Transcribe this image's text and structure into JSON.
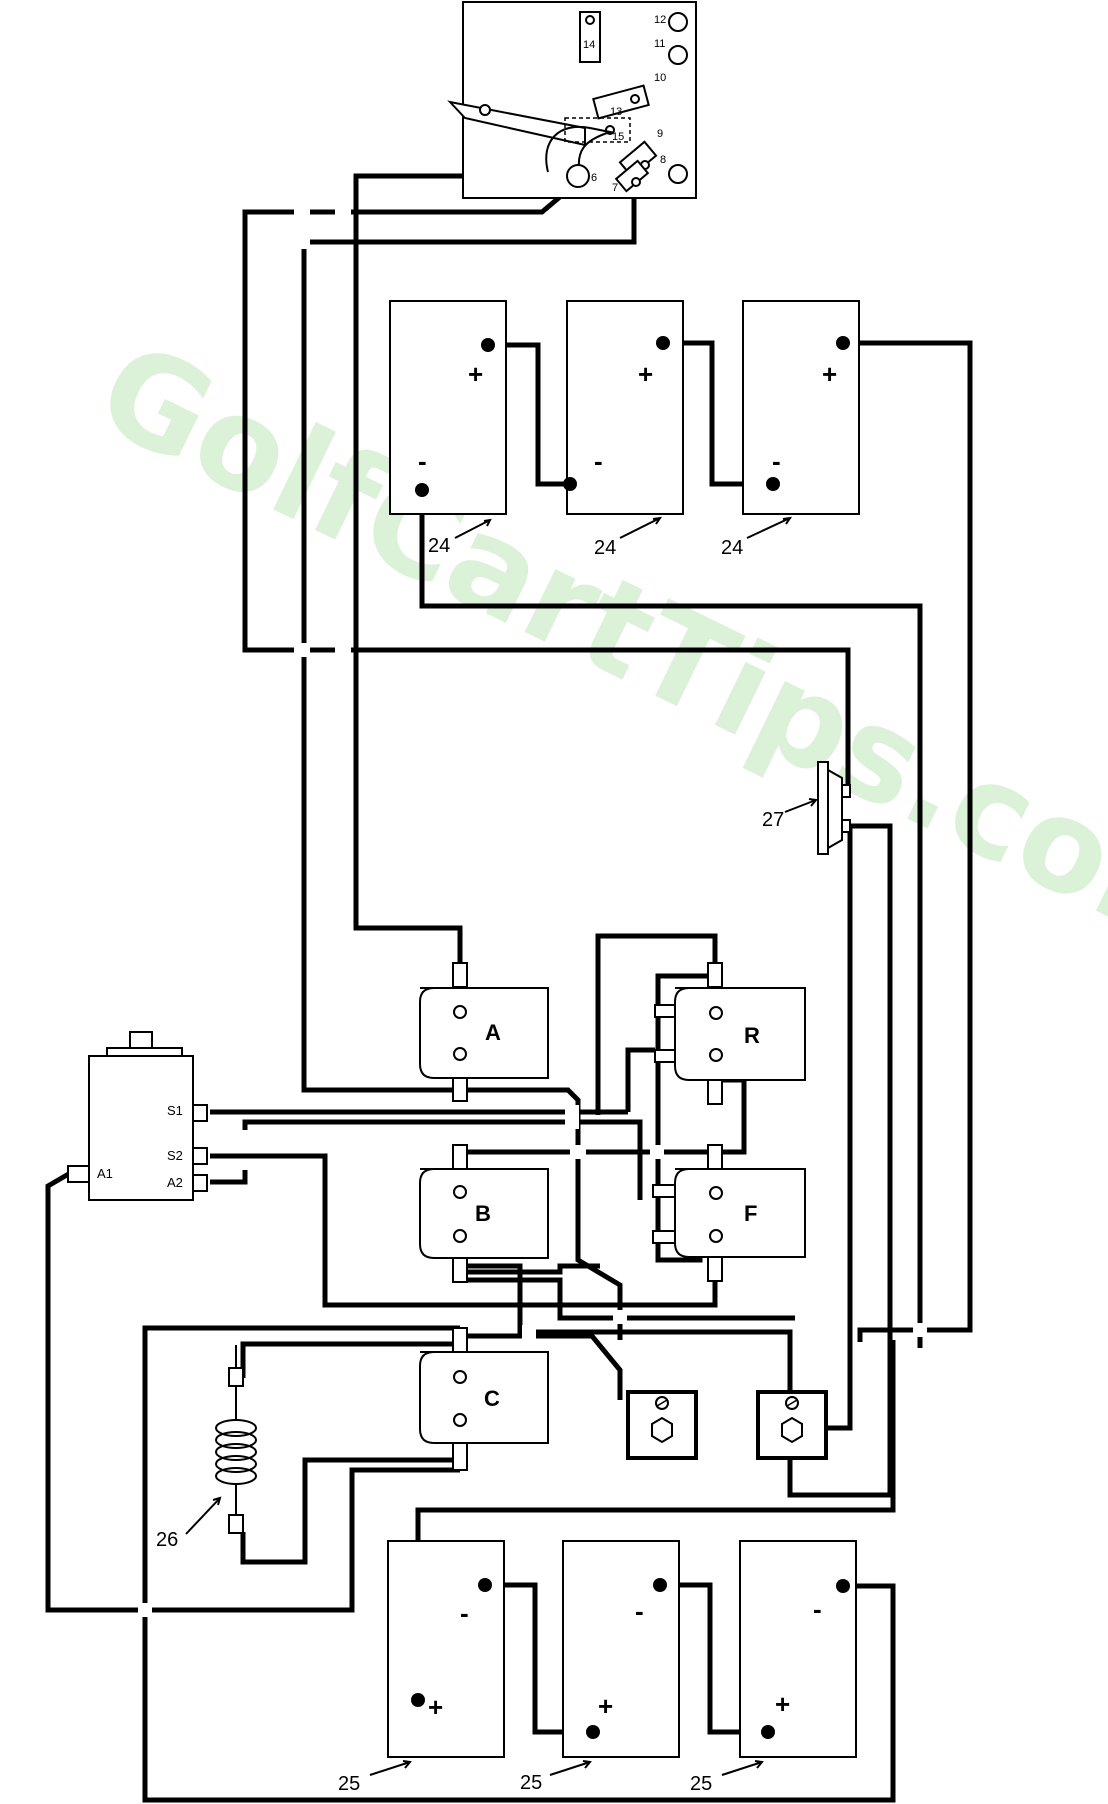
{
  "watermark": "GolfCartTips.com",
  "switch_terminals": [
    "12",
    "14",
    "11",
    "10",
    "13",
    "15",
    "9",
    "8",
    "6",
    "7"
  ],
  "top_batteries": {
    "pos": "+",
    "neg": "-",
    "label": "24"
  },
  "bottom_batteries": {
    "pos": "+",
    "neg": "-",
    "label": "25"
  },
  "solenoids": [
    "A",
    "R",
    "B",
    "F",
    "C"
  ],
  "motor_terminals": {
    "s1": "S1",
    "s2": "S2",
    "a1": "A1",
    "a2": "A2"
  },
  "callouts": {
    "coil": "26",
    "receptacle": "27"
  }
}
